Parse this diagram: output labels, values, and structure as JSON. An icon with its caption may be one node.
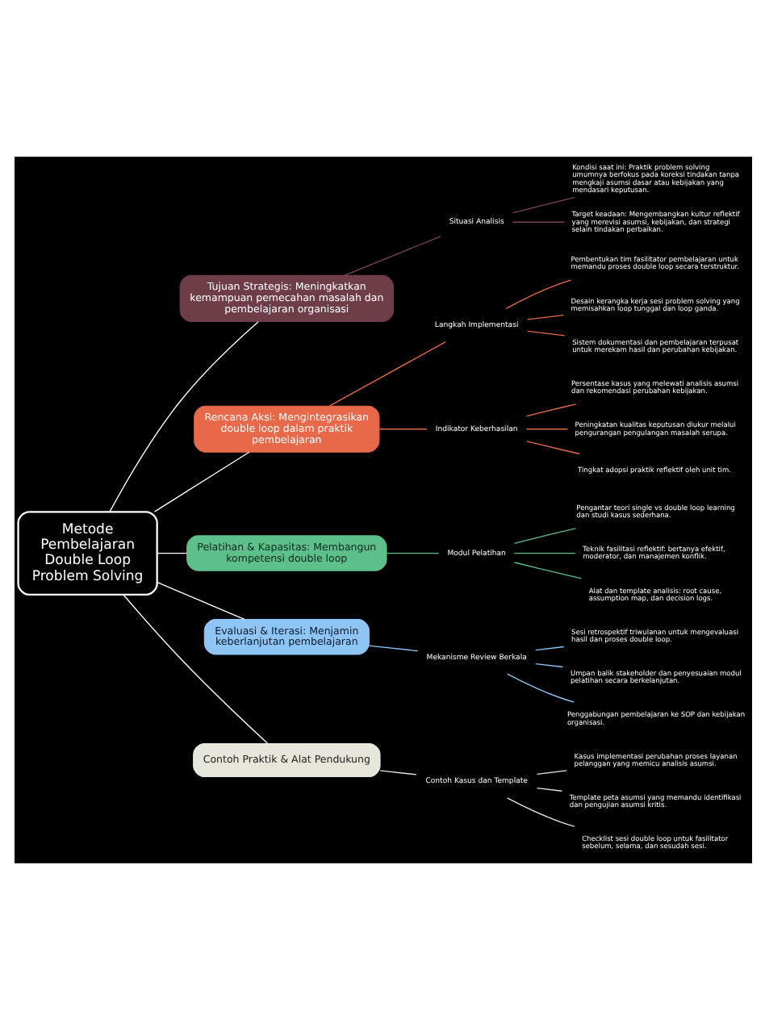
{
  "diagram": {
    "nodes": [
      {
        "text": [
          "Metode Pembelajaran Double Loop Problem Solving"
        ]
      },
      {
        "text": [
          "Tujuan Strategis: Meningkatkan kemampuan pemecahan masalah dan pembelajaran organisasi"
        ]
      },
      {
        "text": [
          "Situasi Analisis"
        ]
      },
      {
        "text": [
          "Kondisi saat ini: Praktik problem solving umumnya berfokus pada koreksi tindakan tanpa mengkaji asumsi dasar atau kebijakan yang mendasari keputusan."
        ]
      },
      {
        "text": [
          "Target keadaan: Mengembangkan kultur reflektif yang merevisi asumsi, kebijakan, dan strategi selain tindakan perbaikan."
        ]
      },
      {
        "text": [
          "Rencana Aksi: Mengintegrasikan double loop dalam praktik pembelajaran"
        ]
      },
      {
        "text": [
          "Langkah Implementasi"
        ]
      },
      {
        "text": [
          "Pembentukan tim fasilitator pembelajaran untuk memandu proses double loop secara terstruktur."
        ]
      },
      {
        "text": [
          "Desain kerangka kerja sesi problem solving yang memisahkan loop tunggal dan loop ganda."
        ]
      },
      {
        "text": [
          "Sistem dokumentasi dan pembelajaran terpusat untuk merekam hasil dan perubahan kebijakan."
        ]
      },
      {
        "text": [
          "Indikator Keberhasilan"
        ]
      },
      {
        "text": [
          "Persentase kasus yang melewati analisis asumsi dan rekomendasi perubahan kebijakan."
        ]
      },
      {
        "text": [
          "Peningkatan kualitas keputusan diukur melalui pengurangan pengulangan masalah serupa."
        ]
      },
      {
        "text": [
          "Tingkat adopsi praktik reflektif oleh unit tim."
        ]
      },
      {
        "text": [
          "Pelatihan & Kapasitas: Membangun kompetensi double loop"
        ]
      },
      {
        "text": [
          "Modul Pelatihan"
        ]
      },
      {
        "text": [
          "Pengantar teori single vs double loop learning dan studi kasus sederhana."
        ]
      },
      {
        "text": [
          "Teknik fasilitasi reflektif: bertanya efektif, moderator, dan manajemen konflik."
        ]
      },
      {
        "text": [
          "Alat dan template analisis: root cause, assumption map, dan decision logs."
        ]
      },
      {
        "text": [
          "Evaluasi & Iterasi: Menjamin keberlanjutan pembelajaran"
        ]
      },
      {
        "text": [
          "Mekanisme Review Berkala"
        ]
      },
      {
        "text": [
          "Sesi retrospektif triwulanan untuk mengevaluasi hasil dan proses double loop."
        ]
      },
      {
        "text": [
          "Umpan balik stakeholder dan penyesuaian modul pelatihan secara berkelanjutan."
        ]
      },
      {
        "text": [
          "Penggabungan pembelajaran ke SOP dan kebijakan organisasi."
        ]
      },
      {
        "text": [
          "Contoh Praktik & Alat Pendukung"
        ]
      },
      {
        "text": [
          "Contoh Kasus dan Template"
        ]
      },
      {
        "text": [
          "Kasus implementasi perubahan proses layanan pelanggan yang memicu analisis asumsi."
        ]
      },
      {
        "text": [
          "Template peta asumsi yang memandu identifikasi dan pengujian asumsi kritis."
        ]
      },
      {
        "text": [
          "Checklist sesi double loop untuk fasilitator sebelum, selama, dan sesudah sesi."
        ]
      }
    ],
    "edges": [
      {
        "from": 0,
        "to": 1,
        "arrow": "none",
        "color": "#ffffff"
      },
      {
        "from": 1,
        "to": 2,
        "arrow": "none",
        "color": "#7a4552"
      },
      {
        "from": 2,
        "to": 3,
        "arrow": "none",
        "color": "#7a4552"
      },
      {
        "from": 2,
        "to": 4,
        "arrow": "none",
        "color": "#7a4552"
      },
      {
        "from": 0,
        "to": 5,
        "arrow": "none",
        "color": "#ffffff"
      },
      {
        "from": 5,
        "to": 6,
        "arrow": "none",
        "color": "#e8684a"
      },
      {
        "from": 6,
        "to": 7,
        "arrow": "none",
        "color": "#e8684a"
      },
      {
        "from": 6,
        "to": 8,
        "arrow": "none",
        "color": "#e8684a"
      },
      {
        "from": 6,
        "to": 9,
        "arrow": "none",
        "color": "#e8684a"
      },
      {
        "from": 5,
        "to": 10,
        "arrow": "none",
        "color": "#e8684a"
      },
      {
        "from": 10,
        "to": 11,
        "arrow": "none",
        "color": "#e8684a"
      },
      {
        "from": 10,
        "to": 12,
        "arrow": "none",
        "color": "#e8684a"
      },
      {
        "from": 10,
        "to": 13,
        "arrow": "none",
        "color": "#e8684a"
      },
      {
        "from": 0,
        "to": 14,
        "arrow": "none",
        "color": "#ffffff"
      },
      {
        "from": 14,
        "to": 15,
        "arrow": "none",
        "color": "#5dbf8a"
      },
      {
        "from": 15,
        "to": 16,
        "arrow": "none",
        "color": "#5dbf8a"
      },
      {
        "from": 15,
        "to": 17,
        "arrow": "none",
        "color": "#5dbf8a"
      },
      {
        "from": 15,
        "to": 18,
        "arrow": "none",
        "color": "#5dbf8a"
      },
      {
        "from": 0,
        "to": 19,
        "arrow": "none",
        "color": "#ffffff"
      },
      {
        "from": 19,
        "to": 20,
        "arrow": "none",
        "color": "#8ec5f5"
      },
      {
        "from": 20,
        "to": 21,
        "arrow": "none",
        "color": "#8ec5f5"
      },
      {
        "from": 20,
        "to": 22,
        "arrow": "none",
        "color": "#8ec5f5"
      },
      {
        "from": 20,
        "to": 23,
        "arrow": "none",
        "color": "#8ec5f5"
      },
      {
        "from": 0,
        "to": 24,
        "arrow": "none",
        "color": "#ffffff"
      },
      {
        "from": 24,
        "to": 25,
        "arrow": "none",
        "color": "#e8e6da"
      },
      {
        "from": 25,
        "to": 26,
        "arrow": "none",
        "color": "#e8e6da"
      },
      {
        "from": 25,
        "to": 27,
        "arrow": "none",
        "color": "#e8e6da"
      },
      {
        "from": 25,
        "to": 28,
        "arrow": "none",
        "color": "#e8e6da"
      }
    ]
  }
}
